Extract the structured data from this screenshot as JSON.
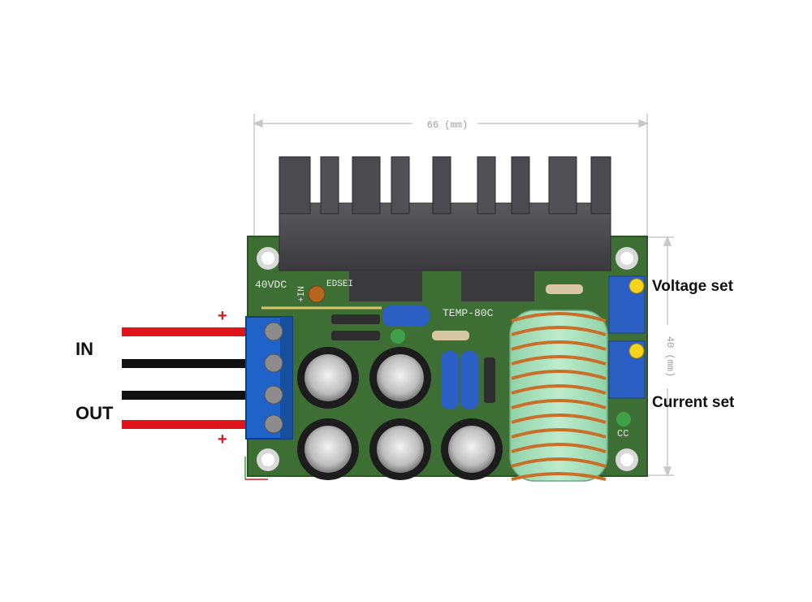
{
  "labels": {
    "in": "IN",
    "out": "OUT",
    "voltage_set": "Voltage set",
    "current_set": "Current set",
    "plus": "+"
  },
  "dimensions": {
    "width": "66 (mm)",
    "height": "40 (mm)"
  },
  "silkscreen": {
    "input_rating": "40VDC",
    "temp": "TEMP-80C",
    "in_marking": "+IN",
    "cc": "CC",
    "ref": "EDSEI"
  },
  "colors": {
    "pcb": "#3d6f35",
    "heatsink": "#4a4a4e",
    "terminal": "#1f63c8",
    "wire_red": "#e0141b",
    "wire_black": "#111111",
    "coil": "#c8702a",
    "trimmer": "#2c5fc4",
    "dimension_line": "#c8c8cc"
  }
}
